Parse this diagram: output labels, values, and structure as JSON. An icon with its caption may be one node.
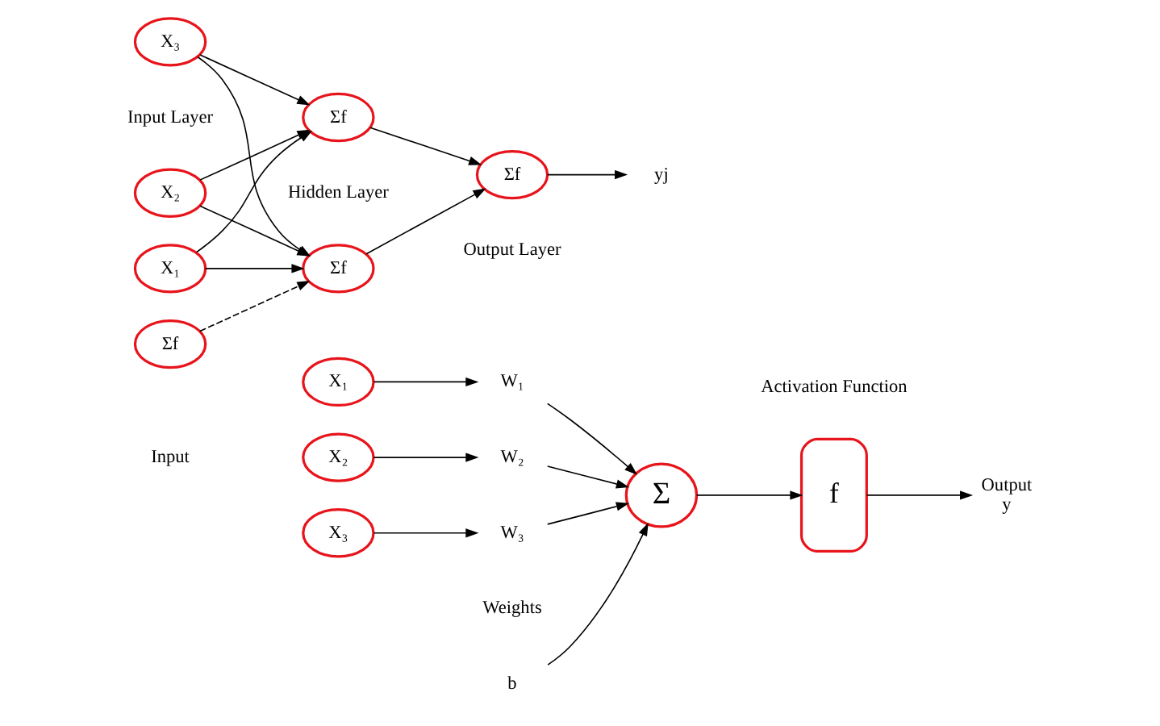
{
  "diagram": {
    "nodes": [
      {
        "text": [
          "X₁"
        ]
      },
      {
        "text": [
          "X₂"
        ]
      },
      {
        "text": [
          "X₃"
        ]
      },
      {
        "text": [
          "W₁"
        ]
      },
      {
        "text": [
          "W₂"
        ]
      },
      {
        "text": [
          "W₃"
        ]
      },
      {
        "text": [
          "b"
        ]
      },
      {
        "text": [
          "Σ"
        ]
      },
      {
        "text": [
          "f"
        ],
        "beside": [
          "Activation Function"
        ]
      },
      {
        "text": [
          "Output",
          "y"
        ]
      },
      {
        "text": [
          "Σf"
        ]
      },
      {
        "text": [
          "X₁"
        ]
      },
      {
        "text": [
          "X₂"
        ]
      },
      {
        "text": [
          "X₃"
        ]
      },
      {
        "text": [
          "Σf"
        ]
      },
      {
        "text": [
          "Σf"
        ]
      },
      {
        "text": [
          "Σf"
        ]
      },
      {
        "text": [
          "yj"
        ]
      }
    ],
    "edges": [
      {
        "from": 0,
        "to": 3,
        "arrow": "to"
      },
      {
        "from": 1,
        "to": 4,
        "arrow": "to"
      },
      {
        "from": 2,
        "to": 5,
        "arrow": "to"
      },
      {
        "from": 3,
        "to": 7,
        "arrow": "to"
      },
      {
        "from": 4,
        "to": 7,
        "arrow": "to"
      },
      {
        "from": 5,
        "to": 7,
        "arrow": "to"
      },
      {
        "from": 6,
        "to": 7,
        "arrow": "to"
      },
      {
        "from": 7,
        "to": 8,
        "arrow": "to"
      },
      {
        "from": 8,
        "to": 9,
        "arrow": "to"
      },
      {
        "from": 10,
        "to": 14,
        "arrow": "to",
        "style": "dashed"
      },
      {
        "from": 11,
        "to": 14,
        "arrow": "to"
      },
      {
        "from": 11,
        "to": 15,
        "arrow": "to"
      },
      {
        "from": 12,
        "to": 14,
        "arrow": "to"
      },
      {
        "from": 12,
        "to": 15,
        "arrow": "to"
      },
      {
        "from": 13,
        "to": 14,
        "arrow": "to"
      },
      {
        "from": 13,
        "to": 15,
        "arrow": "to"
      },
      {
        "from": 14,
        "to": 16,
        "arrow": "to"
      },
      {
        "from": 15,
        "to": 16,
        "arrow": "to"
      },
      {
        "from": 16,
        "to": 17,
        "arrow": "to"
      }
    ],
    "labels": [
      "Input",
      "Weights",
      "Input Layer",
      "Hidden Layer",
      "Output Layer"
    ]
  }
}
